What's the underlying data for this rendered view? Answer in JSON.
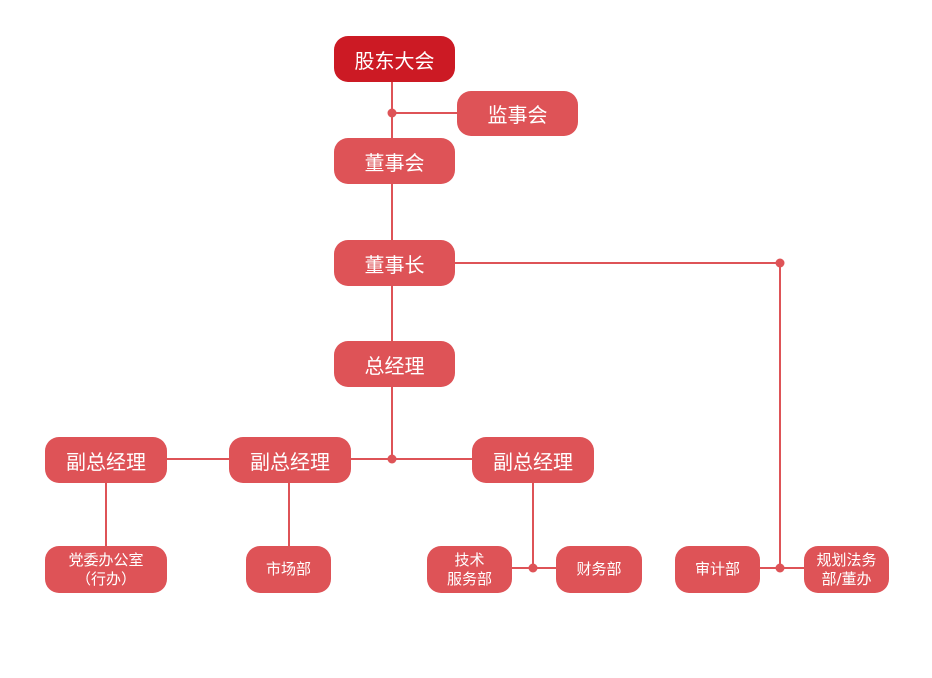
{
  "colors": {
    "top": "#cc1a24",
    "node": "#de5357",
    "line": "#de5357"
  },
  "nodes": {
    "shareholders": "股东大会",
    "supervisors": "监事会",
    "board": "董事会",
    "chairman": "董事长",
    "gm": "总经理",
    "vgm_left": "副总经理",
    "vgm_mid": "副总经理",
    "vgm_right": "副总经理",
    "party_office": "党委办公室\n（行办）",
    "marketing": "市场部",
    "tech_service": "技术\n服务部",
    "finance": "财务部",
    "audit": "审计部",
    "legal": "规划法务\n部/董办"
  }
}
